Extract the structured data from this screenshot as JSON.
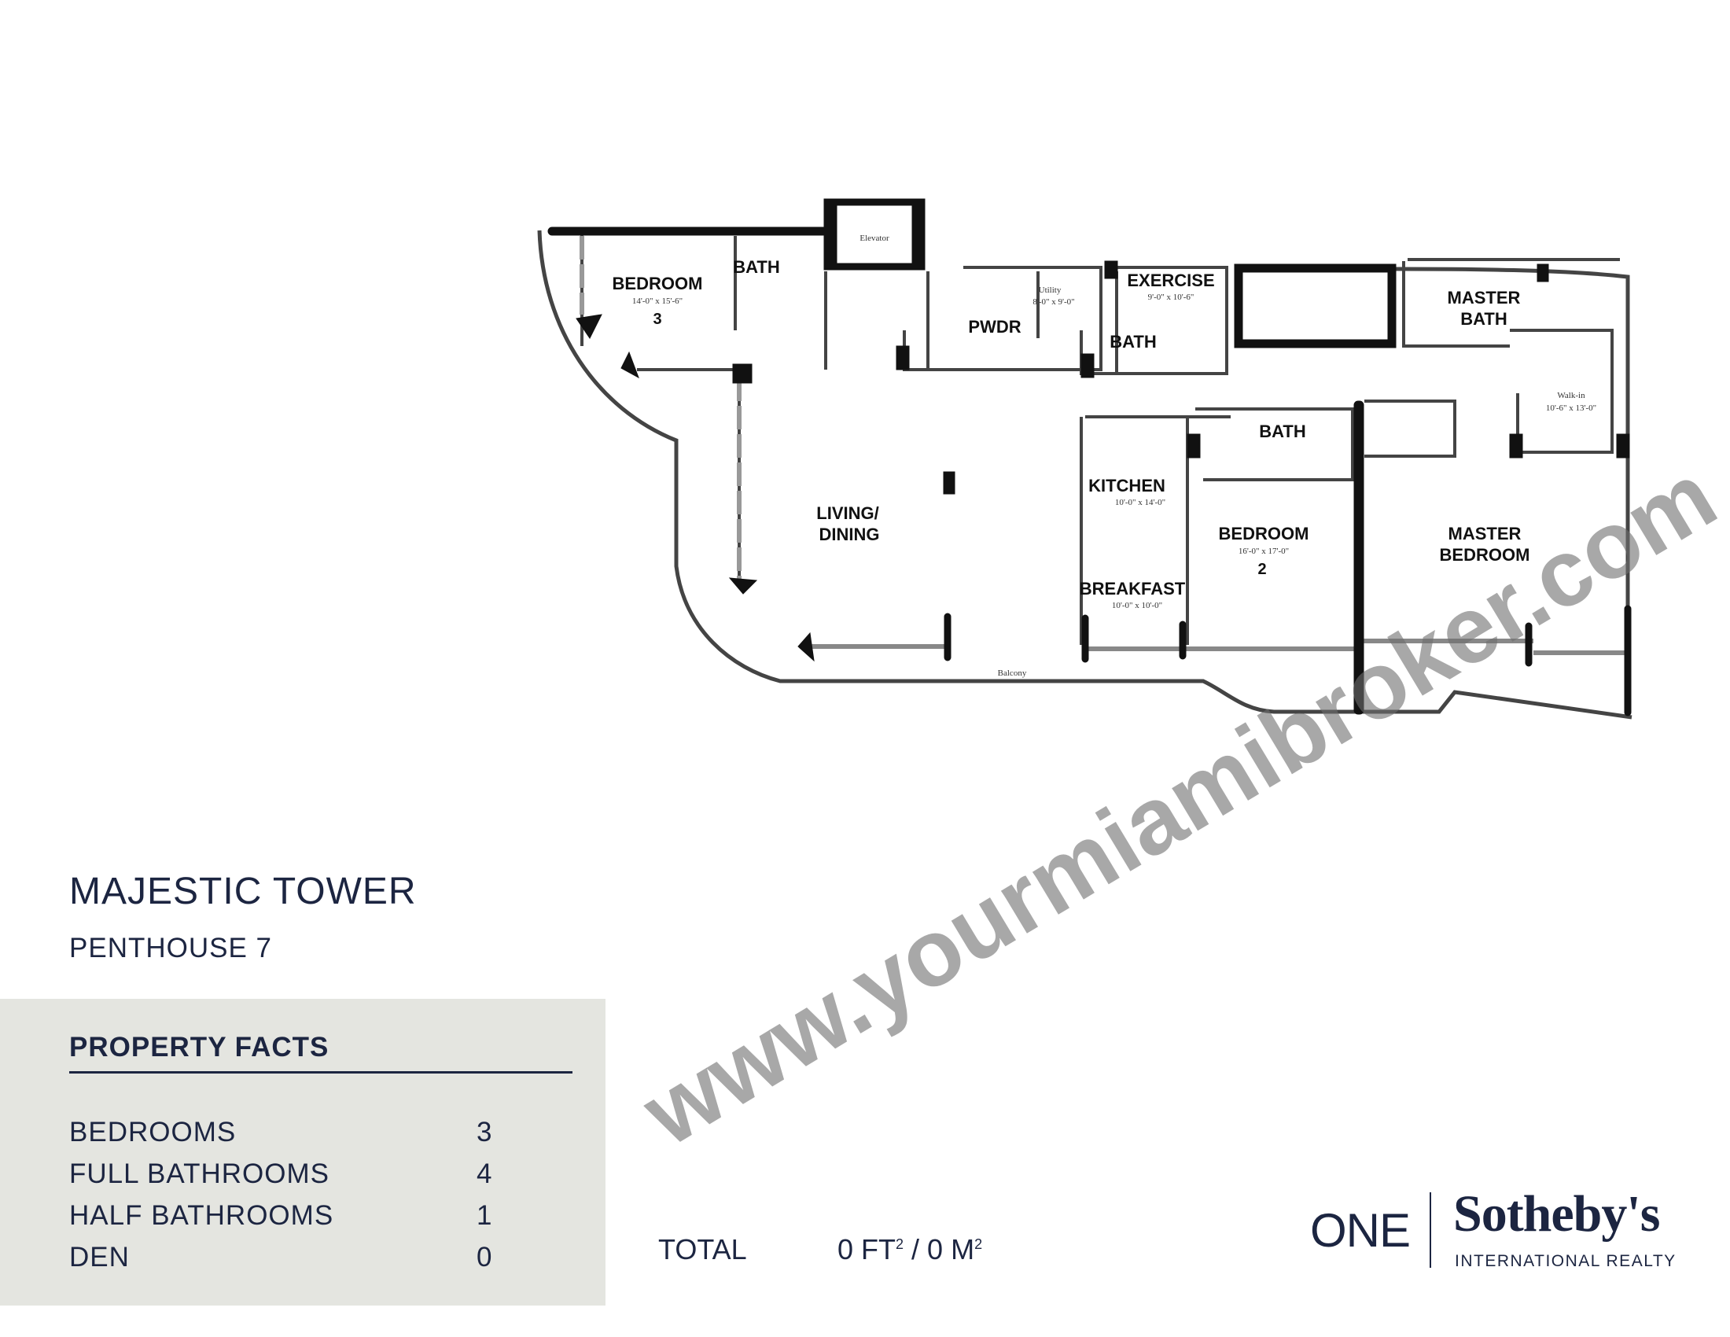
{
  "floorplan": {
    "rooms": {
      "bedroom3": {
        "name": "BEDROOM",
        "num": "3",
        "dim": "14'-0\" x 15'-6\""
      },
      "bath1": {
        "name": "BATH"
      },
      "elevator": {
        "name": "Elevator"
      },
      "pwdr": {
        "name": "PWDR"
      },
      "utility": {
        "name": "Utility",
        "dim": "8'-0\" x 9'-0\""
      },
      "exercise": {
        "name": "EXERCISE",
        "dim": "9'-0\" x 10'-6\""
      },
      "bath2": {
        "name": "BATH"
      },
      "master_bath": {
        "name1": "MASTER",
        "name2": "BATH"
      },
      "bath3": {
        "name": "BATH"
      },
      "walkin": {
        "name": "Walk-in",
        "dim": "10'-6\" x 13'-0\""
      },
      "kitchen": {
        "name": "KITCHEN",
        "dim": "10'-0\" x 14'-0\""
      },
      "living": {
        "name1": "LIVING/",
        "name2": "DINING"
      },
      "bedroom2": {
        "name": "BEDROOM",
        "num": "2",
        "dim": "16'-0\" x 17'-0\""
      },
      "breakfast": {
        "name": "BREAKFAST",
        "dim": "10'-0\" x 10'-0\""
      },
      "master_bedroom": {
        "name1": "MASTER",
        "name2": "BEDROOM"
      },
      "balcony": {
        "name": "Balcony"
      }
    }
  },
  "watermark": "www.yourmiamibroker.com",
  "building": {
    "title": "MAJESTIC TOWER",
    "unit": "PENTHOUSE 7"
  },
  "facts": {
    "heading": "PROPERTY FACTS",
    "rows": [
      {
        "label": "BEDROOMS",
        "value": "3"
      },
      {
        "label": "FULL BATHROOMS",
        "value": "4"
      },
      {
        "label": "HALF BATHROOMS",
        "value": "1"
      },
      {
        "label": "DEN",
        "value": "0"
      }
    ]
  },
  "total": {
    "label": "TOTAL",
    "ft": "0 FT",
    "sep": " / ",
    "m": "0 M",
    "sup": "2"
  },
  "logo": {
    "one": "ONE",
    "brand": "Sotheby's",
    "tagline": "INTERNATIONAL REALTY"
  },
  "colors": {
    "navy": "#1c2541",
    "panel": "#e4e5e0"
  }
}
